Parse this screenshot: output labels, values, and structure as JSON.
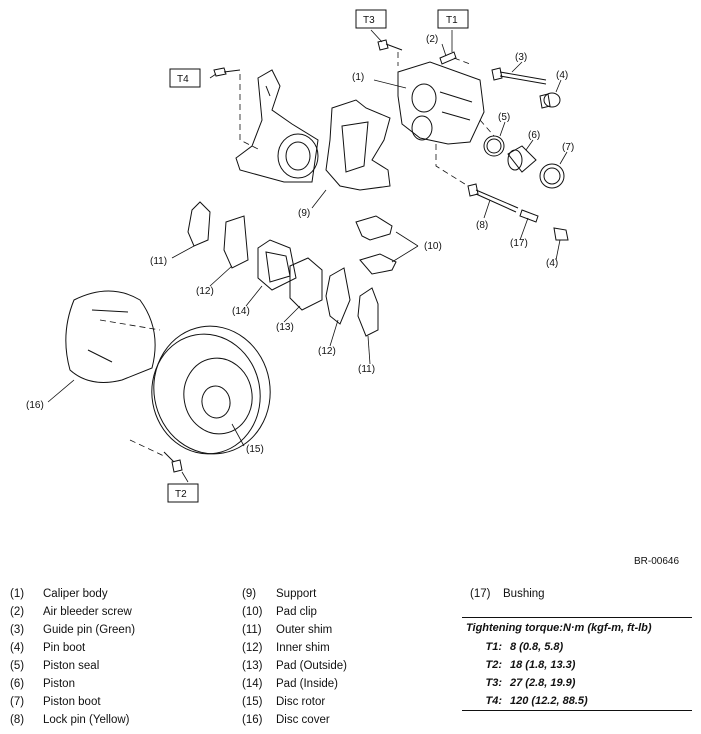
{
  "diagram": {
    "callouts": {
      "c1": "(1)",
      "c2": "(2)",
      "c3": "(3)",
      "c4a": "(4)",
      "c4b": "(4)",
      "c5": "(5)",
      "c6": "(6)",
      "c7": "(7)",
      "c8": "(8)",
      "c9": "(9)",
      "c10": "(10)",
      "c11a": "(11)",
      "c11b": "(11)",
      "c12a": "(12)",
      "c12b": "(12)",
      "c13": "(13)",
      "c14": "(14)",
      "c15": "(15)",
      "c16": "(16)",
      "c17": "(17)"
    },
    "torque_tags": {
      "t1": "T1",
      "t2": "T2",
      "t3": "T3",
      "t4": "T4"
    }
  },
  "reference_code": "BR-00646",
  "legend": {
    "col1": [
      {
        "num": "(1)",
        "name": "Caliper body"
      },
      {
        "num": "(2)",
        "name": "Air bleeder screw"
      },
      {
        "num": "(3)",
        "name": "Guide pin (Green)"
      },
      {
        "num": "(4)",
        "name": "Pin boot"
      },
      {
        "num": "(5)",
        "name": "Piston seal"
      },
      {
        "num": "(6)",
        "name": "Piston"
      },
      {
        "num": "(7)",
        "name": "Piston boot"
      },
      {
        "num": "(8)",
        "name": "Lock pin (Yellow)"
      }
    ],
    "col2": [
      {
        "num": "(9)",
        "name": "Support"
      },
      {
        "num": "(10)",
        "name": "Pad clip"
      },
      {
        "num": "(11)",
        "name": "Outer shim"
      },
      {
        "num": "(12)",
        "name": "Inner shim"
      },
      {
        "num": "(13)",
        "name": "Pad (Outside)"
      },
      {
        "num": "(14)",
        "name": "Pad (Inside)"
      },
      {
        "num": "(15)",
        "name": "Disc rotor"
      },
      {
        "num": "(16)",
        "name": "Disc cover"
      }
    ],
    "col3": [
      {
        "num": "(17)",
        "name": "Bushing"
      }
    ]
  },
  "torque": {
    "title": "Tightening torque:N·m (kgf-m, ft-lb)",
    "rows": [
      {
        "key": "T1:",
        "value": "8 (0.8, 5.8)"
      },
      {
        "key": "T2:",
        "value": "18 (1.8, 13.3)"
      },
      {
        "key": "T3:",
        "value": "27 (2.8, 19.9)"
      },
      {
        "key": "T4:",
        "value": "120 (12.2, 88.5)"
      }
    ]
  }
}
